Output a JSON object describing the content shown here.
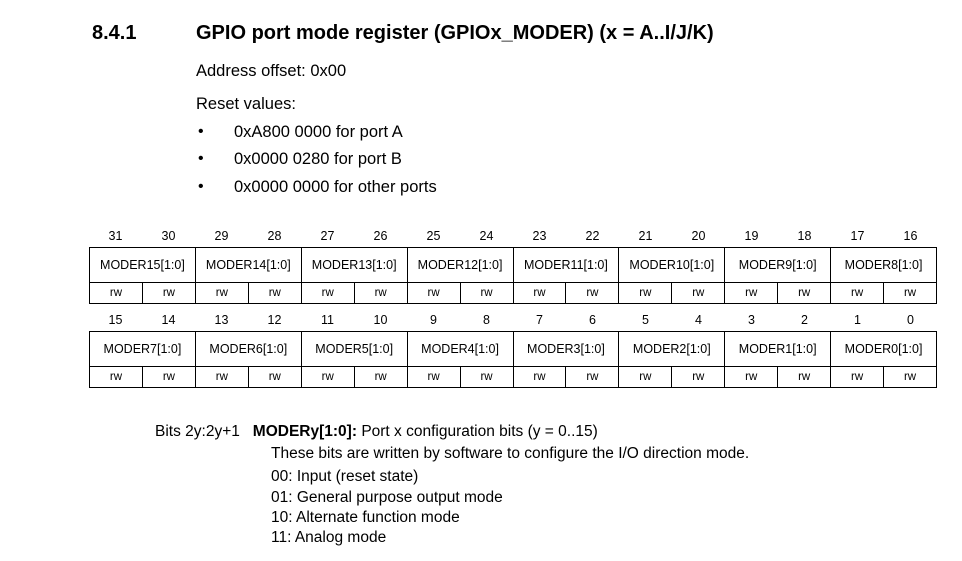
{
  "section": {
    "number": "8.4.1",
    "title": "GPIO port mode register (GPIOx_MODER) (x = A..I/J/K)"
  },
  "address_offset": "Address offset: 0x00",
  "reset_values": {
    "label": "Reset values:",
    "items": [
      "0xA800 0000 for port A",
      "0x0000 0280 for port B",
      "0x0000 0000 for other ports"
    ],
    "bullet": "•"
  },
  "register_upper": {
    "bit_numbers": [
      "31",
      "30",
      "29",
      "28",
      "27",
      "26",
      "25",
      "24",
      "23",
      "22",
      "21",
      "20",
      "19",
      "18",
      "17",
      "16"
    ],
    "fields": [
      "MODER15[1:0]",
      "MODER14[1:0]",
      "MODER13[1:0]",
      "MODER12[1:0]",
      "MODER11[1:0]",
      "MODER10[1:0]",
      "MODER9[1:0]",
      "MODER8[1:0]"
    ],
    "access": [
      "rw",
      "rw",
      "rw",
      "rw",
      "rw",
      "rw",
      "rw",
      "rw",
      "rw",
      "rw",
      "rw",
      "rw",
      "rw",
      "rw",
      "rw",
      "rw"
    ]
  },
  "register_lower": {
    "bit_numbers": [
      "15",
      "14",
      "13",
      "12",
      "11",
      "10",
      "9",
      "8",
      "7",
      "6",
      "5",
      "4",
      "3",
      "2",
      "1",
      "0"
    ],
    "fields": [
      "MODER7[1:0]",
      "MODER6[1:0]",
      "MODER5[1:0]",
      "MODER4[1:0]",
      "MODER3[1:0]",
      "MODER2[1:0]",
      "MODER1[1:0]",
      "MODER0[1:0]"
    ],
    "access": [
      "rw",
      "rw",
      "rw",
      "rw",
      "rw",
      "rw",
      "rw",
      "rw",
      "rw",
      "rw",
      "rw",
      "rw",
      "rw",
      "rw",
      "rw",
      "rw"
    ]
  },
  "bit_description": {
    "bits_label": "Bits 2y:2y+1",
    "field_name": "MODERy[1:0]:",
    "summary": "Port x configuration bits (y = 0..15)",
    "lines": [
      "These bits are written by software to configure the I/O direction mode.",
      "00: Input (reset state)",
      "01: General purpose output mode",
      "10: Alternate function mode",
      "11: Analog mode"
    ]
  }
}
